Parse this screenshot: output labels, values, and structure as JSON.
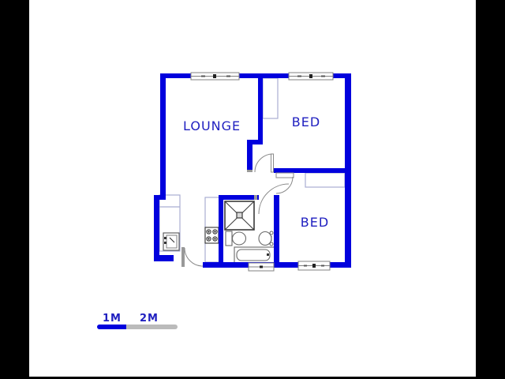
{
  "floor_plan": {
    "title": "two-bedroom apartment floor plan",
    "rooms": [
      {
        "name": "lounge",
        "label": "LOUNGE"
      },
      {
        "name": "bed-1",
        "label": "BED"
      },
      {
        "name": "bed-2",
        "label": "BED"
      }
    ],
    "fixtures": [
      "window-icon",
      "door-swing-icon",
      "closet-icon",
      "kitchen-counter-icon",
      "sink-icon",
      "stove-icon",
      "shower-icon",
      "toilet-icon",
      "basin-icon",
      "bathtub-icon"
    ],
    "scale_legend": {
      "marks": [
        {
          "label": "1M"
        },
        {
          "label": "2M"
        }
      ]
    },
    "colors": {
      "wall_blue": "#0101dd",
      "label_blue": "#2020c0",
      "light_fixture_outline": "#a9aed2",
      "door_gray": "#8a8a8a",
      "scale_bar_gray": "#bbbbbb",
      "letterbox_black": "#000000",
      "background": "#ffffff"
    }
  }
}
